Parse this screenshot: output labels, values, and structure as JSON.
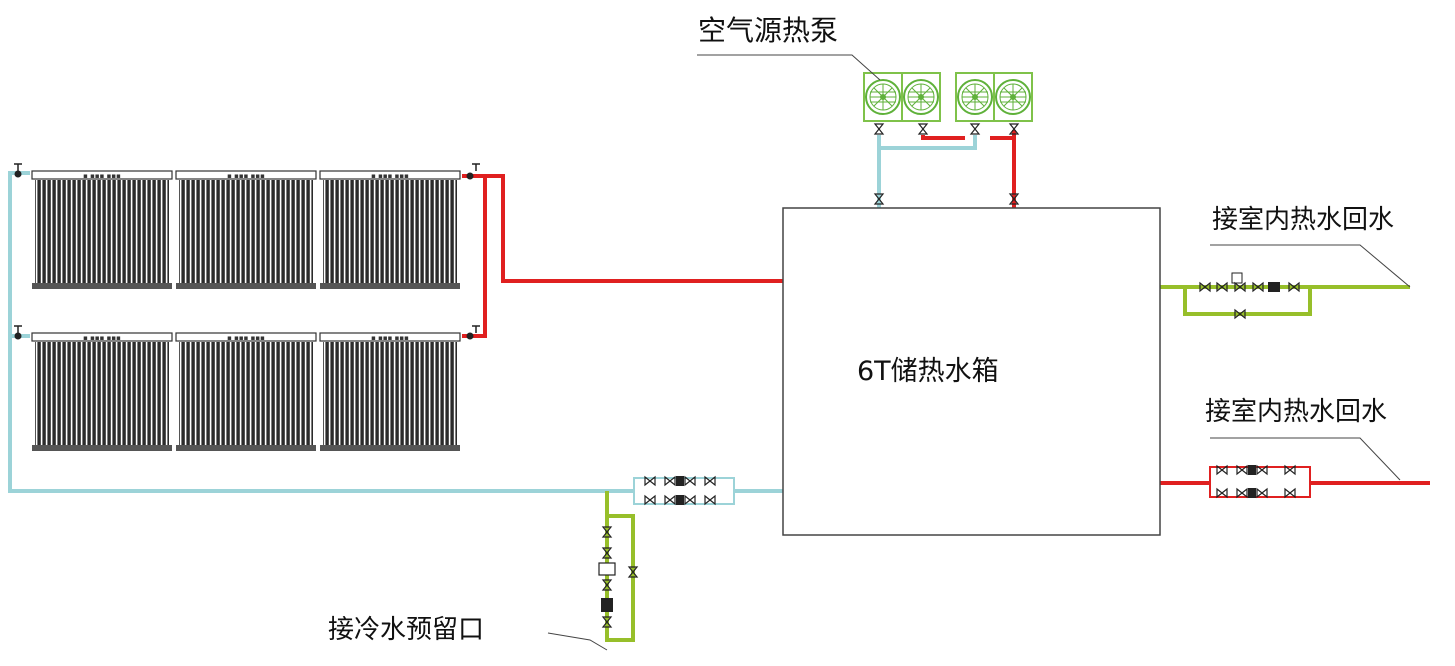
{
  "labels": {
    "heat_pump": "空气源热泵",
    "tank": "6T储热水箱",
    "hot_return_1": "接室内热水回水",
    "hot_return_2": "接室内热水回水",
    "cold_inlet": "接冷水预留口"
  },
  "colors": {
    "hot_pipe": "#e02020",
    "cold_pipe": "#9cd3d8",
    "green_pipe": "#97bf2a",
    "heat_pump_frame": "#7fc24a",
    "fan": "#5fb13a",
    "collector_body": "#2b2b2b",
    "outline": "#222222"
  },
  "icons": [
    "solar-collector-icon",
    "heat-pump-fan-icon",
    "valve-icon",
    "pump-icon"
  ]
}
